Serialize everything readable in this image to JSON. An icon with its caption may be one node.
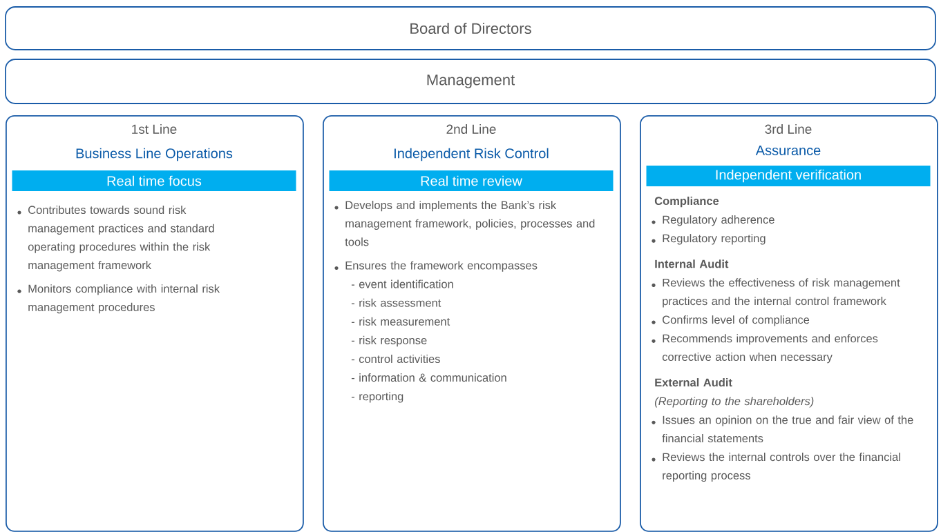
{
  "diagram": {
    "nodes": [
      {
        "text": [
          "Board of Directors"
        ]
      },
      {
        "text": [
          "Management"
        ]
      },
      {
        "text": [
          "1st Line",
          "Business Line Operations",
          "Contributes towards sound risk management practices and standard operating procedures within the risk management framework",
          "Monitors compliance with internal risk management procedures"
        ]
      },
      {
        "text": [
          "Real time focus"
        ],
        "in": 2
      },
      {
        "text": [
          "2nd Line",
          "Independent Risk Control",
          "Develops and implements the Bank’s risk management framework, policies, processes and tools",
          "Ensures the framework encompasses",
          "- event identification",
          "- risk assessment",
          "- risk measurement",
          "- risk response",
          "- control activities",
          "- information & communication",
          "- reporting"
        ]
      },
      {
        "text": [
          "Real time review"
        ],
        "in": 4
      },
      {
        "text": [
          "3rd Line",
          "Assurance",
          "Compliance",
          "Regulatory adherence",
          "Regulatory reporting",
          "Internal Audit",
          "Reviews the effectiveness of risk management practices and the internal control framework",
          "Confirms level of compliance",
          "Recommends improvements and enforces corrective action when necessary",
          "External Audit",
          "(Reporting to the shareholders)",
          "Issues an opinion on the true and fair view of the financial statements",
          "Reviews the internal controls over the financial reporting process"
        ]
      },
      {
        "text": [
          "Independent verification"
        ],
        "in": 6
      }
    ]
  }
}
